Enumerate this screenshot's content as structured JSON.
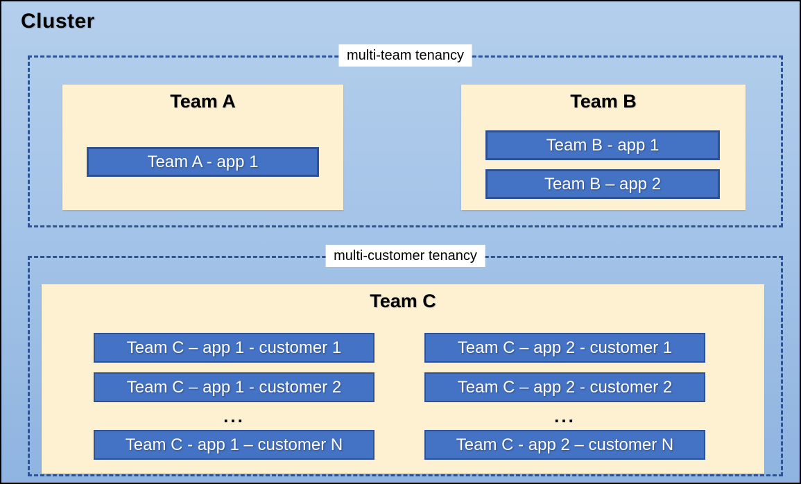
{
  "cluster": {
    "title": "Cluster"
  },
  "zones": [
    {
      "label": "multi-team tenancy",
      "teams": [
        {
          "name": "Team A",
          "apps": [
            "Team A - app 1"
          ]
        },
        {
          "name": "Team B",
          "apps": [
            "Team B - app 1",
            "Team B – app 2"
          ]
        }
      ]
    },
    {
      "label": "multi-customer tenancy",
      "teams": [
        {
          "name": "Team C",
          "columns": [
            {
              "apps": [
                "Team C – app 1 - customer 1",
                "Team C – app 1 - customer 2"
              ],
              "ellipsis": "...",
              "more": "Team C - app 1 – customer N"
            },
            {
              "apps": [
                "Team C – app 2 - customer 1",
                "Team C – app 2 - customer 2"
              ],
              "ellipsis": "...",
              "more": "Team C - app 2 – customer N"
            }
          ]
        }
      ]
    }
  ],
  "colors": {
    "canvas_top": "#b4cfec",
    "canvas_bottom": "#8fb4e0",
    "dashed_border": "#2e5395",
    "team_box_fill": "#fdf1d2",
    "app_fill": "#4472c4",
    "app_border": "#2e5193",
    "app_text": "#ffffff",
    "label_bg": "#ffffff",
    "title_text": "#000000",
    "outer_border": "#000000"
  }
}
